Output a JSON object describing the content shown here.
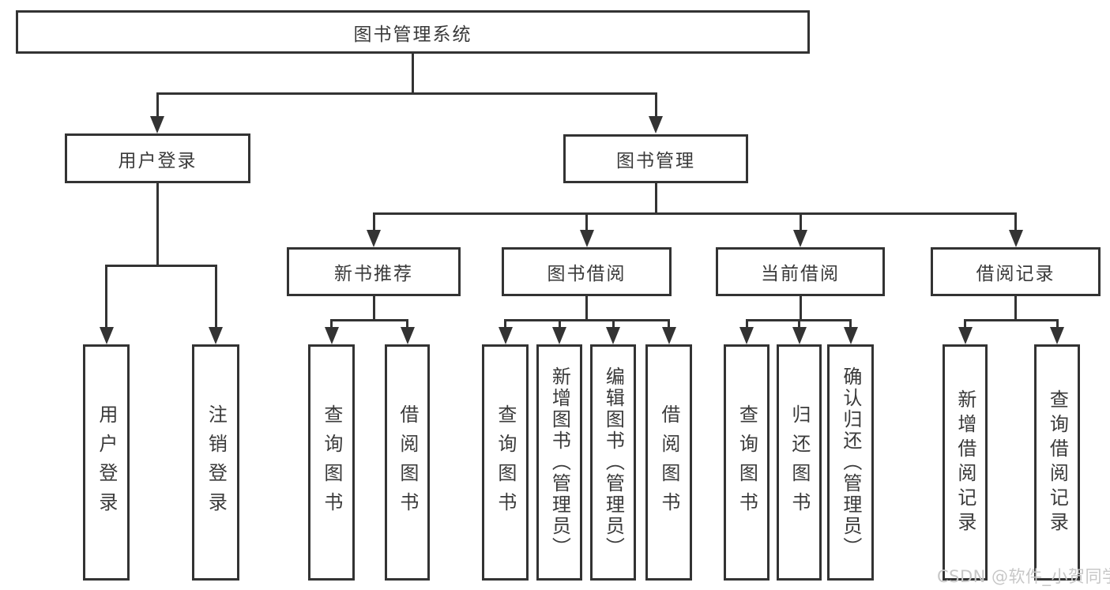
{
  "diagram": {
    "root": "图书管理系统",
    "level2": {
      "user_login": "用户登录",
      "book_mgmt": "图书管理"
    },
    "level3": {
      "new_book": "新书推荐",
      "book_borrow": "图书借阅",
      "current_borrow": "当前借阅",
      "borrow_record": "借阅记录"
    },
    "leaves": {
      "user_login": [
        "用户登录",
        "注销登录"
      ],
      "new_book": [
        "查询图书",
        "借阅图书"
      ],
      "book_borrow": [
        "查询图书",
        "新增图书（管理员）",
        "编辑图书（管理员）",
        "借阅图书"
      ],
      "current_borrow": [
        "查询图书",
        "归还图书",
        "确认归还（管理员）"
      ],
      "borrow_record": [
        "新增借阅记录",
        "查询借阅记录"
      ]
    }
  },
  "watermark": "CSDN @软件_小贺同学",
  "colors": {
    "line": "#333333",
    "text": "#3a3a3a",
    "watermark": "#c7c7c7",
    "background": "#ffffff"
  }
}
